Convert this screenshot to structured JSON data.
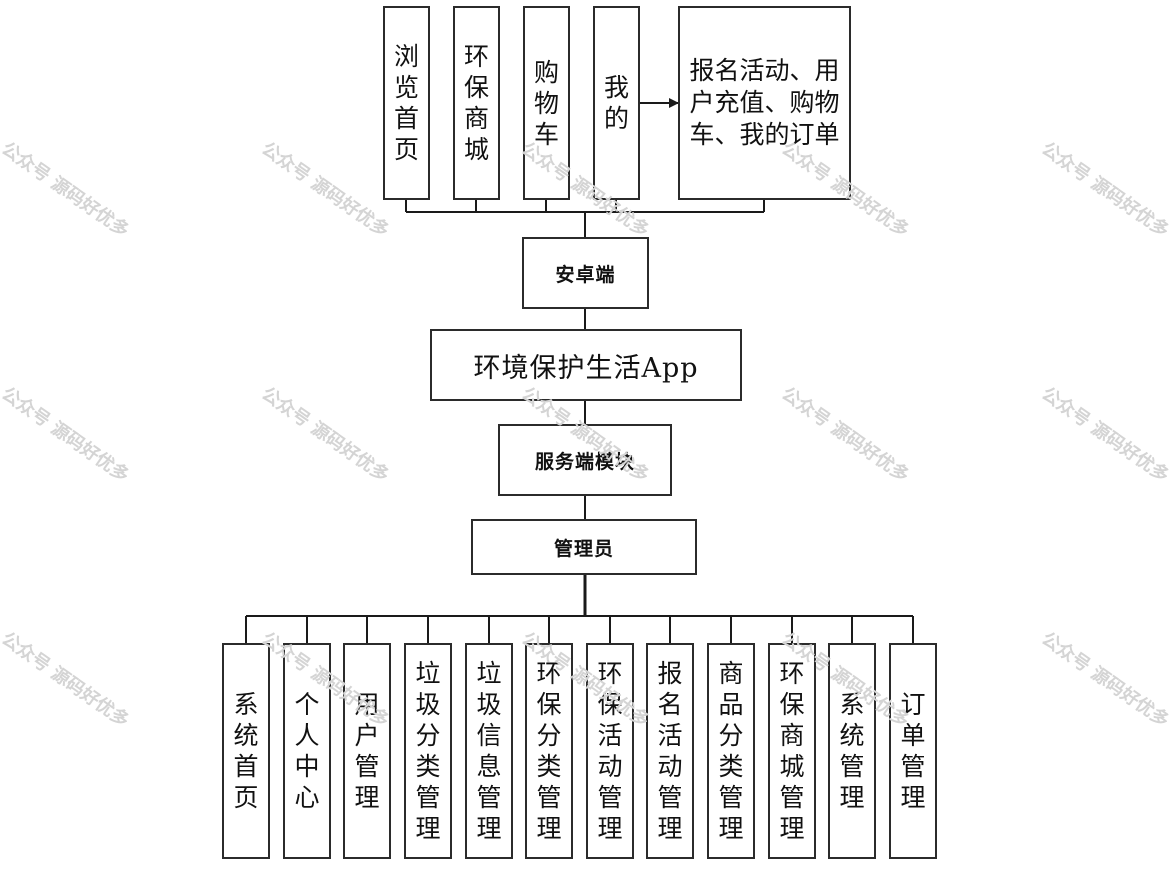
{
  "top_items": [
    {
      "id": "browse",
      "label": "浏览首页"
    },
    {
      "id": "mall",
      "label": "环保商城"
    },
    {
      "id": "cart",
      "label": "购物车"
    },
    {
      "id": "mine",
      "label": "我的"
    }
  ],
  "mine_detail": "报名活动、用户充值、购物车、我的订单",
  "android": "安卓端",
  "app_title": "环境保护生活App",
  "server": "服务端模块",
  "admin": "管理员",
  "admin_modules": [
    "系统首页",
    "个人中心",
    "用户管理",
    "垃圾分类管理",
    "垃圾信息管理",
    "环保分类管理",
    "环保活动管理",
    "报名活动管理",
    "商品分类管理",
    "环保商城管理",
    "系统管理",
    "订单管理"
  ],
  "watermark": "公众号 源码好优多",
  "colors": {
    "line": "#1a1a1a",
    "border": "#2b2b2b",
    "watermark": "#d4d4d4"
  }
}
